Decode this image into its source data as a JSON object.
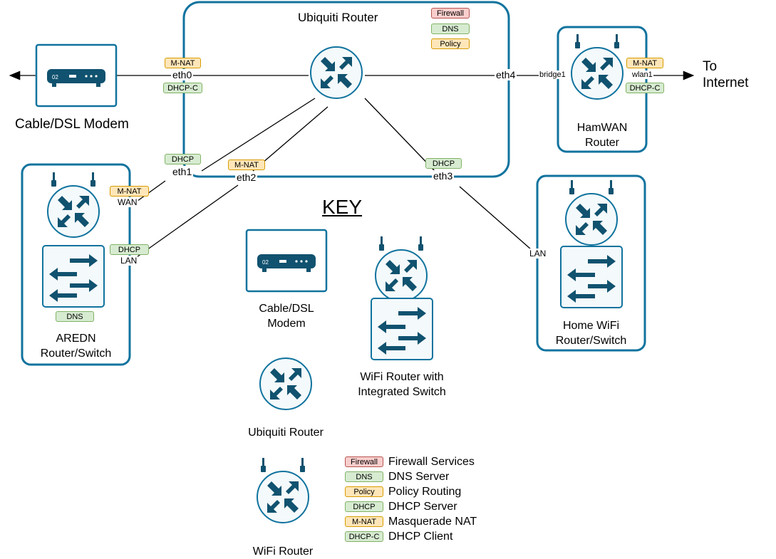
{
  "ubiquiti": {
    "title": "Ubiquiti Router",
    "services": [
      "Firewall",
      "DNS",
      "Policy"
    ],
    "ports": {
      "eth0": "eth0",
      "eth1": "eth1",
      "eth2": "eth2",
      "eth3": "eth3",
      "eth4": "eth4"
    },
    "badges": {
      "eth0_mnat": "M-NAT",
      "eth0_dhcpc": "DHCP-C",
      "eth1_dhcp": "DHCP",
      "eth2_mnat": "M-NAT",
      "eth3_dhcp": "DHCP"
    }
  },
  "modem": {
    "label": "Cable/DSL Modem",
    "display": "02"
  },
  "hamwan": {
    "label_line1": "HamWAN",
    "label_line2": "Router",
    "bridge": "bridge1",
    "wlan": "wlan1",
    "badge_mnat": "M-NAT",
    "badge_dhcpc": "DHCP-C",
    "internet_line1": "To",
    "internet_line2": "Internet"
  },
  "aredn": {
    "label_line1": "AREDN",
    "label_line2": "Router/Switch",
    "wan_badge": "M-NAT",
    "wan_label": "WAN",
    "lan_badge": "DHCP",
    "lan_label": "LAN",
    "dns_badge": "DNS"
  },
  "home": {
    "label_line1": "Home WiFi",
    "label_line2": "Router/Switch",
    "lan_label": "LAN"
  },
  "key": {
    "title": "KEY",
    "modem_line1": "Cable/DSL",
    "modem_line2": "Modem",
    "wifi_switch_line1": "WiFi Router with",
    "wifi_switch_line2": "Integrated Switch",
    "ubiquiti": "Ubiquiti Router",
    "wifi_router": "WiFi Router",
    "legend": [
      {
        "badge": "Firewall",
        "desc": "Firewall Services",
        "color": "red"
      },
      {
        "badge": "DNS",
        "desc": "DNS Server",
        "color": "green"
      },
      {
        "badge": "Policy",
        "desc": "Policy Routing",
        "color": "orange"
      },
      {
        "badge": "DHCP",
        "desc": "DHCP Server",
        "color": "green"
      },
      {
        "badge": "M-NAT",
        "desc": "Masquerade NAT",
        "color": "orange"
      },
      {
        "badge": "DHCP-C",
        "desc": "DHCP Client",
        "color": "green"
      }
    ]
  },
  "colors": {
    "device_border": "#10739e",
    "device_fill": "#ffffff",
    "router_fill": "#f4f9fb",
    "icon": "#10526f",
    "line": "#000000"
  }
}
